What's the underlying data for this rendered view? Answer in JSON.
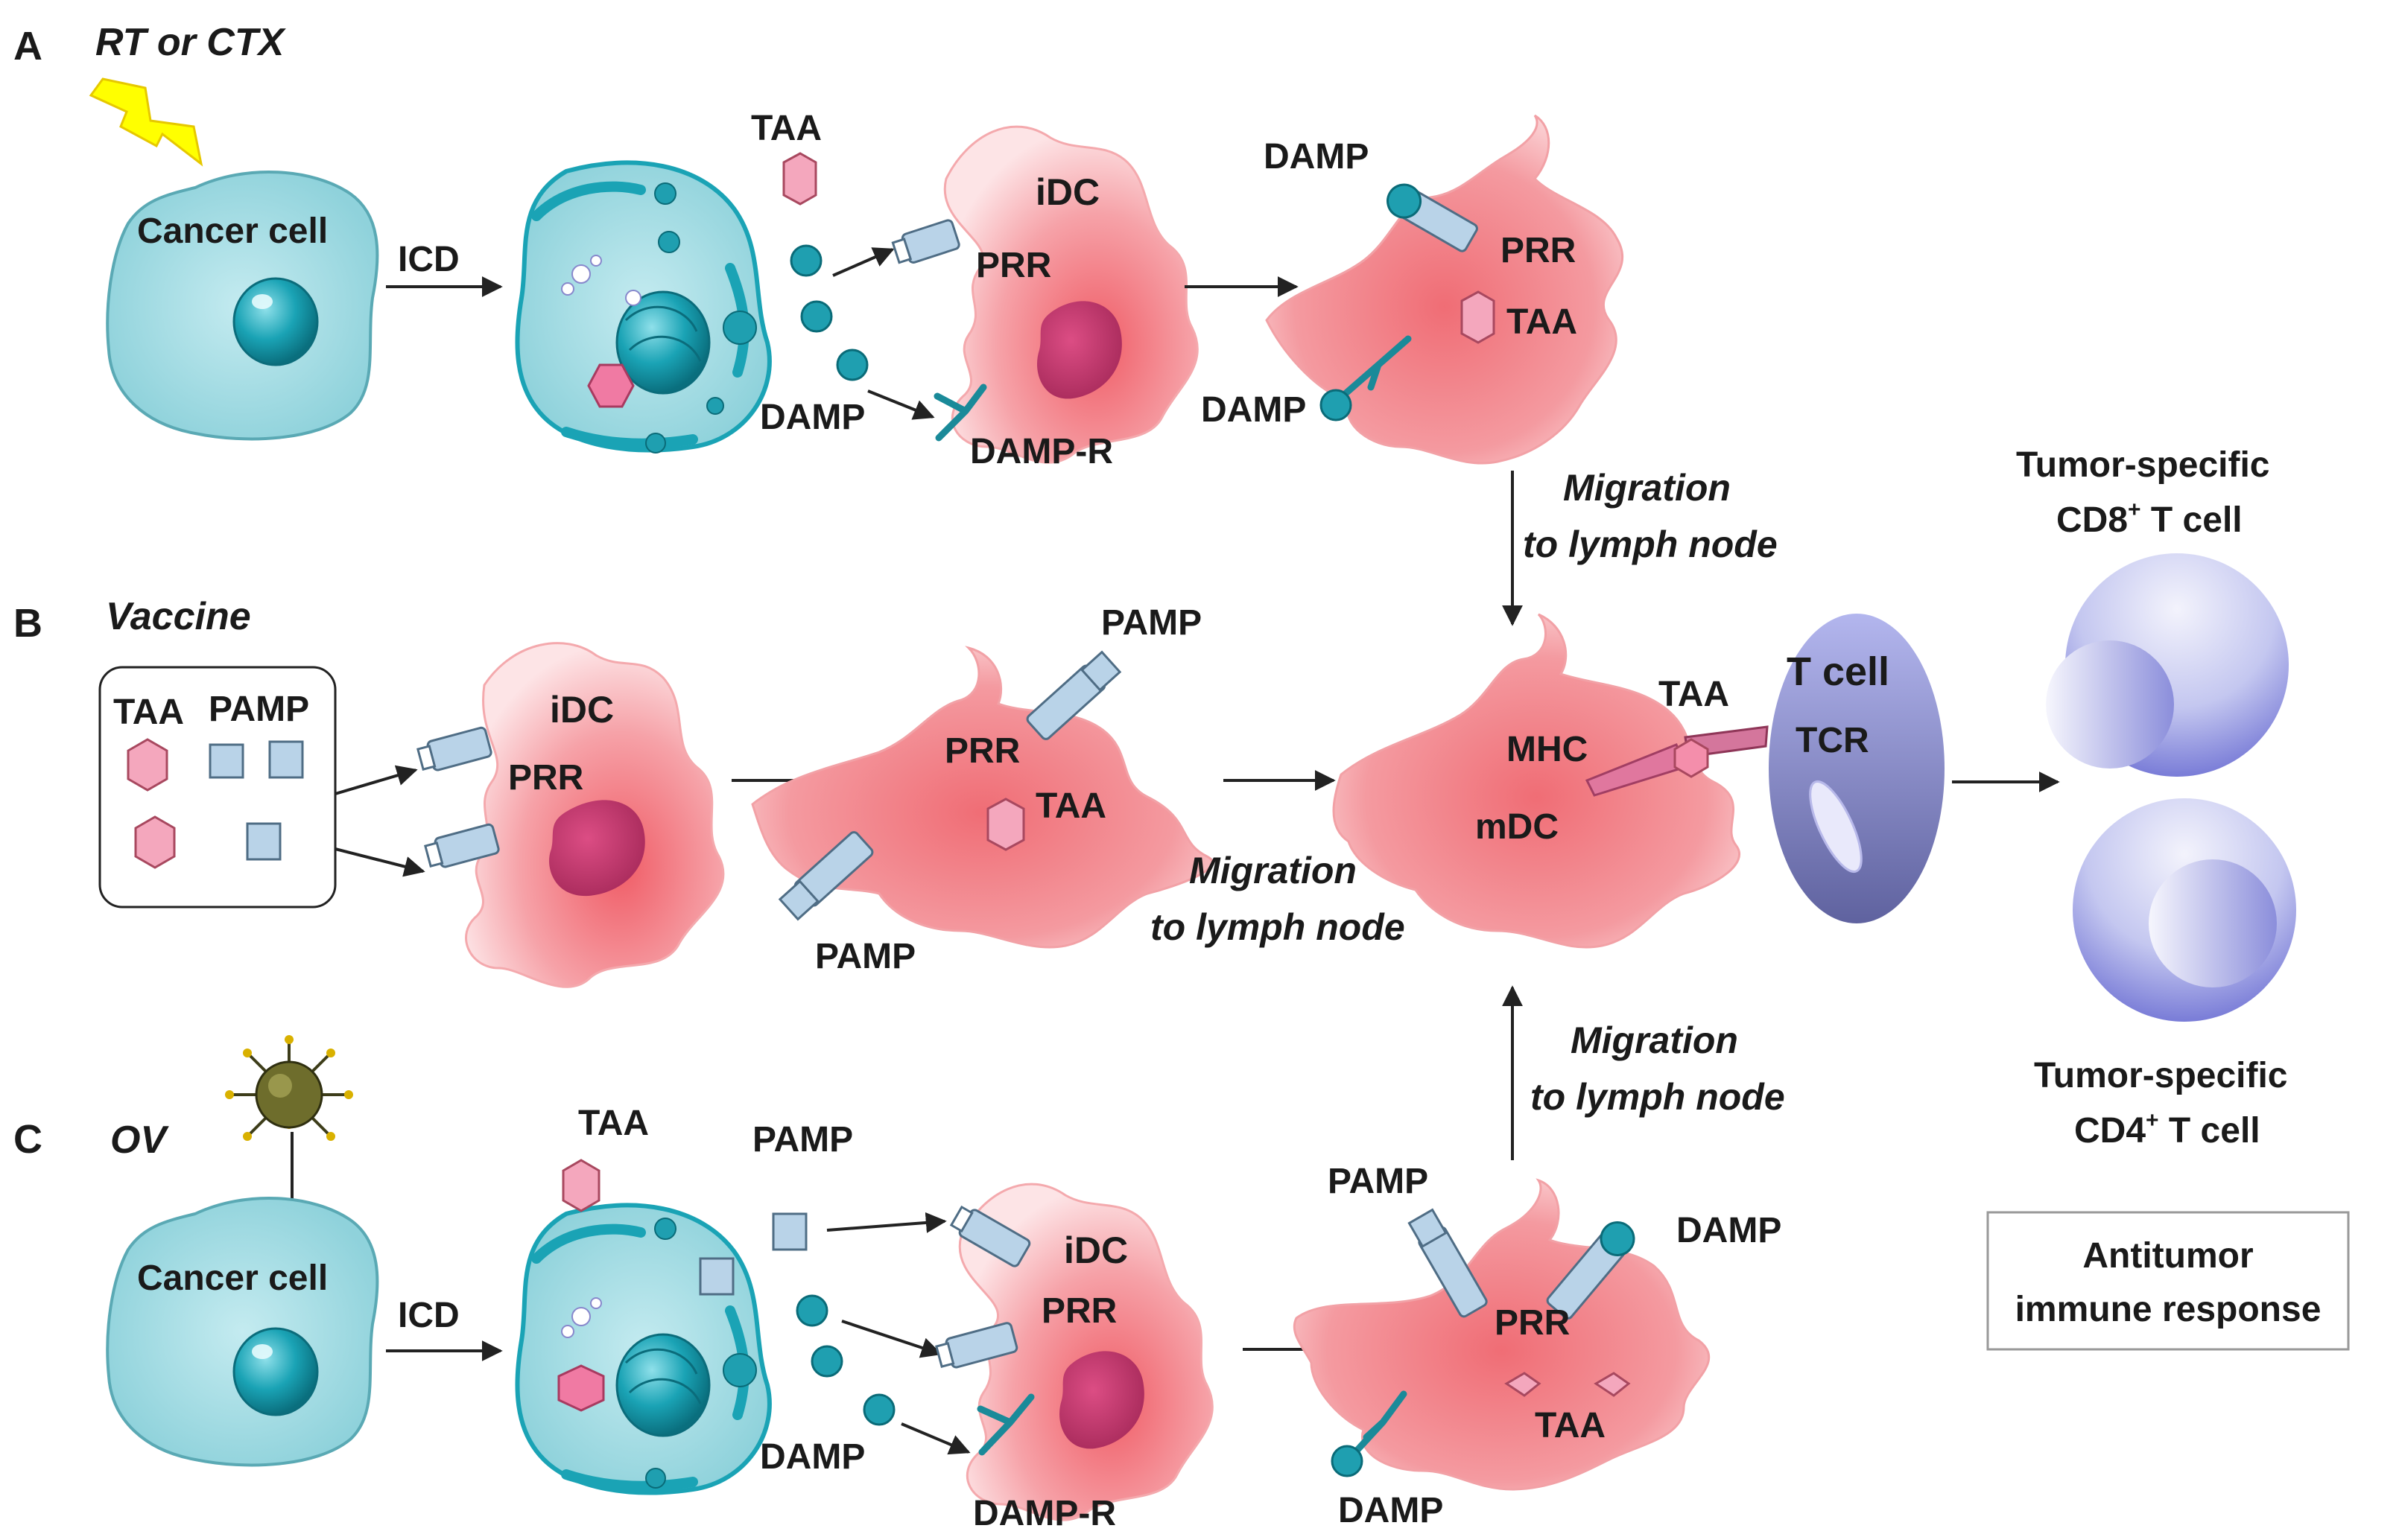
{
  "panels": {
    "a": {
      "letter": "A",
      "trigger": "RT or CTX",
      "cancer_cell": "Cancer cell",
      "icd": "ICD",
      "taa": "TAA",
      "damp": "DAMP",
      "idc": "iDC",
      "prr": "PRR",
      "damp_r": "DAMP-R",
      "loaded_damp_top": "DAMP",
      "loaded_prr": "PRR",
      "loaded_taa": "TAA",
      "loaded_damp_bottom": "DAMP"
    },
    "b": {
      "letter": "B",
      "trigger": "Vaccine",
      "vaccine_taa": "TAA",
      "vaccine_pamp": "PAMP",
      "idc": "iDC",
      "prr": "PRR",
      "loaded_pamp_top": "PAMP",
      "loaded_prr": "PRR",
      "loaded_taa": "TAA",
      "loaded_pamp_bottom": "PAMP",
      "migration_line1": "Migration",
      "migration_line2": "to lymph node"
    },
    "c": {
      "letter": "C",
      "trigger": "OV",
      "cancer_cell": "Cancer cell",
      "icd": "ICD",
      "taa": "TAA",
      "pamp": "PAMP",
      "damp": "DAMP",
      "idc": "iDC",
      "prr": "PRR",
      "damp_r": "DAMP-R",
      "loaded_pamp": "PAMP",
      "loaded_damp_top": "DAMP",
      "loaded_prr": "PRR",
      "loaded_taa": "TAA",
      "loaded_damp_bottom": "DAMP"
    }
  },
  "migration_top": {
    "line1": "Migration",
    "line2": "to lymph node"
  },
  "migration_bottom": {
    "line1": "Migration",
    "line2": "to lymph node"
  },
  "lymph_node": {
    "mhc": "MHC",
    "mdc": "mDC",
    "taa": "TAA",
    "t_cell": "T cell",
    "tcr": "TCR"
  },
  "outcome": {
    "cd8_line1": "Tumor-specific",
    "cd8_line2_main": "CD8",
    "cd8_line2_sup": "+",
    "cd8_line2_rest": " T cell",
    "cd4_line1": "Tumor-specific",
    "cd4_line2_main": "CD4",
    "cd4_line2_sup": "+",
    "cd4_line2_rest": " T cell",
    "antitumor_line1": "Antitumor",
    "antitumor_line2": "immune response"
  },
  "colors": {
    "cancer_cell": "#a8dde3",
    "nucleus": "#1aa3b5",
    "damp": "#1f9fb0",
    "taa": "#f4a7bd",
    "receptor": "#b9d3e8",
    "dendritic_cell": "#f27f85",
    "dc_nucleus": "#c4366e",
    "t_cell": "#8c8fd6",
    "lightning": "#ffff00"
  }
}
